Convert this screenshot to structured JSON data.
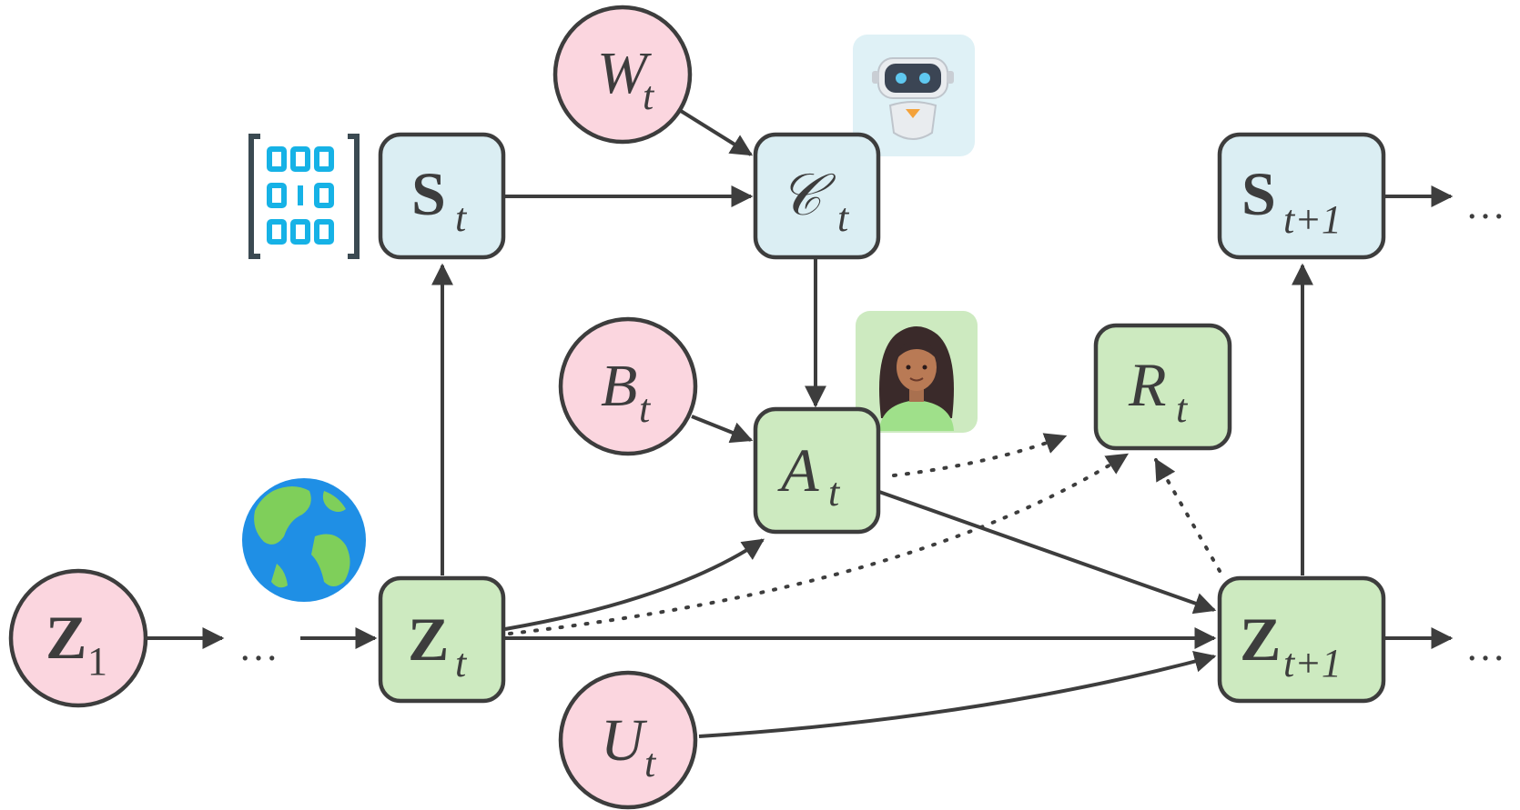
{
  "nodes": {
    "W": {
      "main": "W",
      "sub": "t"
    },
    "B": {
      "main": "B",
      "sub": "t"
    },
    "U": {
      "main": "U",
      "sub": "t"
    },
    "Z1": {
      "main": "Z",
      "sub": "1"
    },
    "S": {
      "main": "S",
      "sub": "t"
    },
    "C": {
      "main": "𝒞",
      "sub": "t"
    },
    "A": {
      "main": "A",
      "sub": "t"
    },
    "R": {
      "main": "R",
      "sub": "t"
    },
    "Z": {
      "main": "Z",
      "sub": "t"
    },
    "S1": {
      "main": "S",
      "sub": "t+1"
    },
    "Z2": {
      "main": "Z",
      "sub": "t+1"
    }
  },
  "ellipsis": "…",
  "icons": {
    "binary": "binary-matrix-icon",
    "robot": "robot-icon",
    "person": "person-icon",
    "globe": "earth-globe-icon"
  },
  "colors": {
    "circle_fill": "#fbd6df",
    "blue_box_fill": "#dbeef3",
    "green_box_fill": "#cdeac0",
    "stroke": "#3d3d3d"
  }
}
